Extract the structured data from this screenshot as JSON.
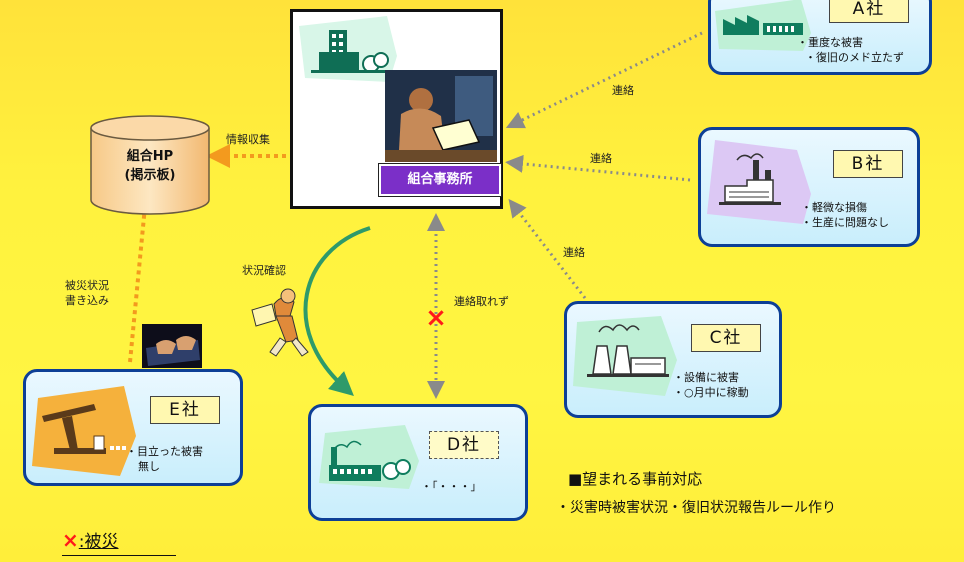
{
  "office": {
    "label": "組合事務所"
  },
  "hp": {
    "line1": "組合HP",
    "line2": "(掲示板)"
  },
  "companies": {
    "A": {
      "name": "A社",
      "notes": [
        "・重度な被害",
        "・復旧のメド立たず"
      ]
    },
    "B": {
      "name": "B社",
      "notes": [
        "・軽微な損傷",
        "・生産に問題なし"
      ]
    },
    "C": {
      "name": "C社",
      "notes": [
        "・設備に被害",
        "・○月中に稼動"
      ]
    },
    "D": {
      "name": "D社",
      "notes": [
        "・「・・・」"
      ]
    },
    "E": {
      "name": "E社",
      "notes": [
        "・目立った被害",
        "無し"
      ]
    }
  },
  "labels": {
    "contact_a": "連絡",
    "contact_b": "連絡",
    "contact_c": "連絡",
    "info_collect": "情報収集",
    "status_check": "状況確認",
    "no_contact": "連絡取れず",
    "damage_write_1": "被災状況",
    "damage_write_2": "書き込み"
  },
  "prep": {
    "title": "■望まれる事前対応",
    "item": "・災害時被害状況・復旧状況報告ルール作り"
  },
  "legend": {
    "mark": "×",
    "text": ":被災"
  },
  "colors": {
    "company_border": "#0d3f96",
    "office_label": "#7b2fc8",
    "orange_arrow": "#f39a1e",
    "gray_arrow": "#999999",
    "green_arrow": "#2e9a6a",
    "cross": "#ff1a1a"
  }
}
